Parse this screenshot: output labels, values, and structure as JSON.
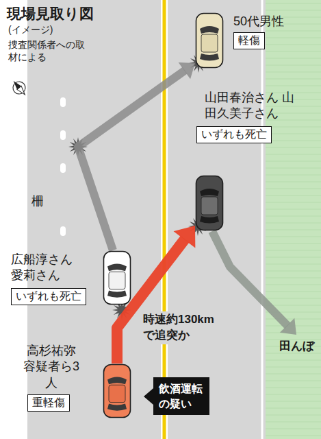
{
  "diagram": {
    "title": "現場見取り図",
    "nodes": [
      {
        "text": [
          "50代男性",
          "軽傷"
        ]
      },
      {
        "text": [
          "山田春治さん 山田久美子さん",
          "いずれも死亡"
        ]
      },
      {
        "text": [
          "広船淳さん 愛莉さん",
          "いずれも死亡"
        ]
      },
      {
        "text": [
          "高杉祐弥容疑者ら3人",
          "重軽傷"
        ]
      },
      {
        "text": [
          "田んぼ"
        ]
      }
    ],
    "edges": [
      {
        "from": 3,
        "to": 1,
        "arrow": "to",
        "label": "時速約130kmで追突か"
      },
      {
        "from": 2,
        "to": 0,
        "arrow": "to"
      },
      {
        "from": 1,
        "to": 4,
        "arrow": "to"
      }
    ],
    "labels": [
      "(イメージ)",
      "捜査関係者への取材による",
      "柵",
      "飲酒運転の疑い"
    ]
  }
}
